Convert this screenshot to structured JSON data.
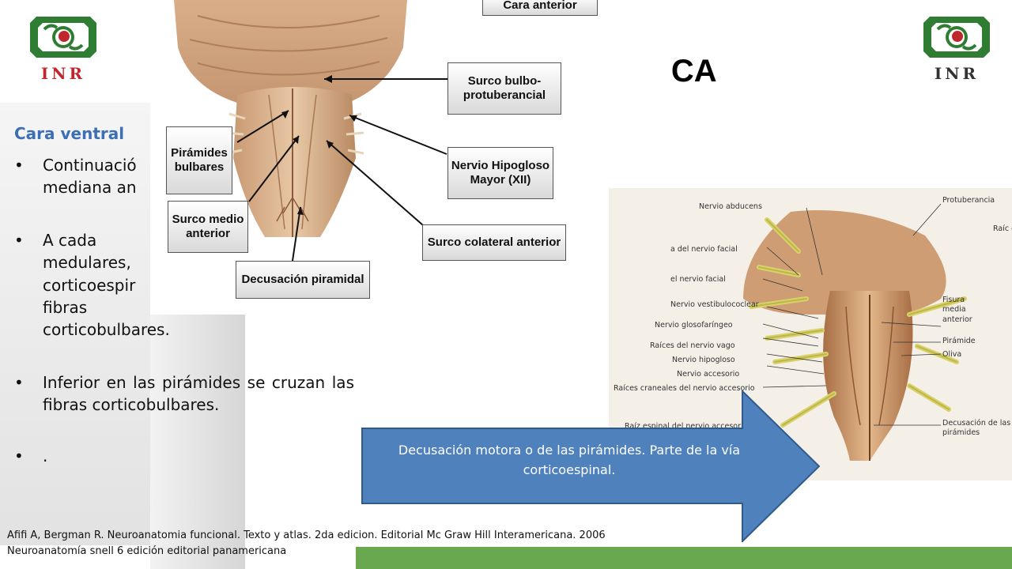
{
  "header": {
    "title": "OPICA",
    "logo_left_text": "INR",
    "logo_right_text": "INR"
  },
  "content": {
    "subhead": "Cara ventral",
    "bullets": [
      "Continuació mediana an",
      "A cada medulares, corticoespir fibras corticobulbares.",
      "Inferior en las pirámides se cruzan las fibras corticobulbares.",
      "."
    ]
  },
  "diagram_top": {
    "labels": {
      "cara_anterior": "Cara anterior",
      "surco_bulbo": "Surco bulbo-protuberancial",
      "piramides": "Pirámides bulbares",
      "nervio_hipogloso": "Nervio Hipogloso Mayor (XII)",
      "surco_medio": "Surco medio anterior",
      "surco_colateral": "Surco colateral anterior",
      "decusacion": "Decusación piramidal"
    }
  },
  "diagram_right": {
    "labels": {
      "nervio_abducens": "Nervio abducens",
      "protuberancia": "Protuberancia",
      "raic": "Raíc de",
      "del_nervio_facial_a": "a del nervio facial",
      "del_nervio_facial_b": "el nervio facial",
      "vestibulococlear": "Nervio vestibulococlear",
      "fisura": "Fisura media anterior",
      "glosofaringeo": "Nervio glosofaríngeo",
      "vago": "Raíces del nervio vago",
      "piramide": "Pirámide",
      "hipogloso": "Nervio hipogloso",
      "oliva": "Oliva",
      "accesorio": "Nervio accesorio",
      "craneales": "Raíces craneales del nervio accesorio",
      "espinal": "Raíz espinal del nervio accesorio",
      "decusacion": "Decusación de las pirámides"
    }
  },
  "callout": {
    "text": "Decusación motora o de las pirámides. Parte de la vía corticoespinal.",
    "color": "#4f81bd"
  },
  "references": [
    "Afifi A, Bergman R. Neuroanatomia funcional. Texto y atlas. 2da edicion. Editorial Mc Graw Hill Interamericana. 2006",
    "Neuroanatomía snell 6 edición editorial panamericana"
  ],
  "colors": {
    "accent": "#3d6fb6",
    "logo_green": "#2e7d32",
    "logo_red": "#c0272d",
    "bar_green": "#6aa84f"
  }
}
